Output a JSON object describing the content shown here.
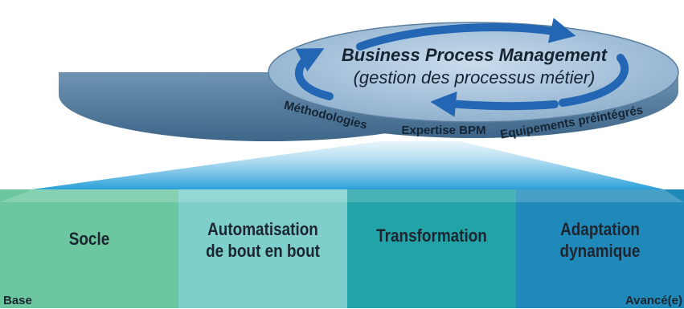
{
  "bpm": {
    "title": "Business Process Management",
    "subtitle": "(gestion des processus métier)",
    "pillars": [
      {
        "label": "Méthodologies"
      },
      {
        "label": "Expertise BPM"
      },
      {
        "label": "Equipements préintégrés"
      }
    ]
  },
  "stages": [
    {
      "line1": "Socle",
      "line2": "",
      "color": "#6cc7a0"
    },
    {
      "line1": "Automatisation",
      "line2": "de bout en bout",
      "color": "#7ecfcb"
    },
    {
      "line1": "Transformation",
      "line2": "",
      "color": "#22a3a8"
    },
    {
      "line1": "Adaptation",
      "line2": "dynamique",
      "color": "#1f8ab9"
    }
  ],
  "scale": {
    "start": "Base",
    "end": "Avancé(e)"
  }
}
